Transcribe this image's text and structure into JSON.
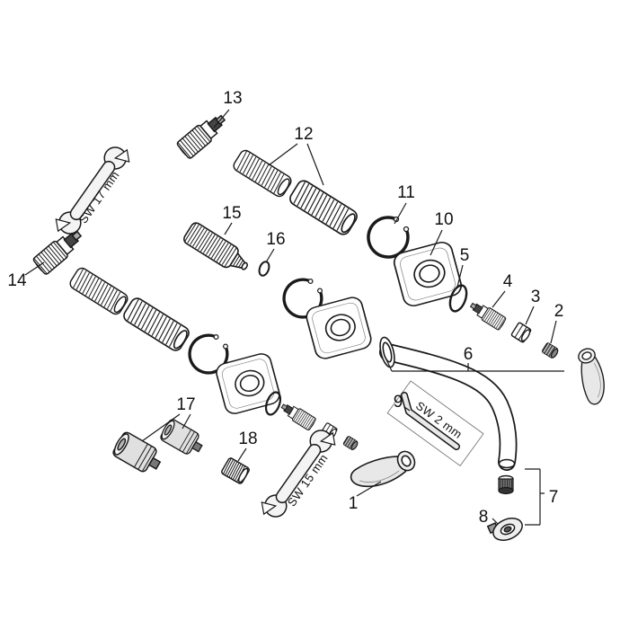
{
  "diagram": {
    "type": "exploded-parts-diagram",
    "labels": {
      "1": "1",
      "2": "2",
      "3": "3",
      "4": "4",
      "5": "5",
      "6": "6",
      "7": "7",
      "8": "8",
      "9": "9",
      "10": "10",
      "11": "11",
      "12": "12",
      "13": "13",
      "14": "14",
      "15": "15",
      "16": "16",
      "17": "17",
      "18": "18"
    },
    "annotations": {
      "sw17": "SW 17 mm",
      "sw15": "SW 15 mm",
      "sw2": "SW 2 mm"
    },
    "colors": {
      "line": "#1a1a1a",
      "background": "#ffffff"
    }
  }
}
